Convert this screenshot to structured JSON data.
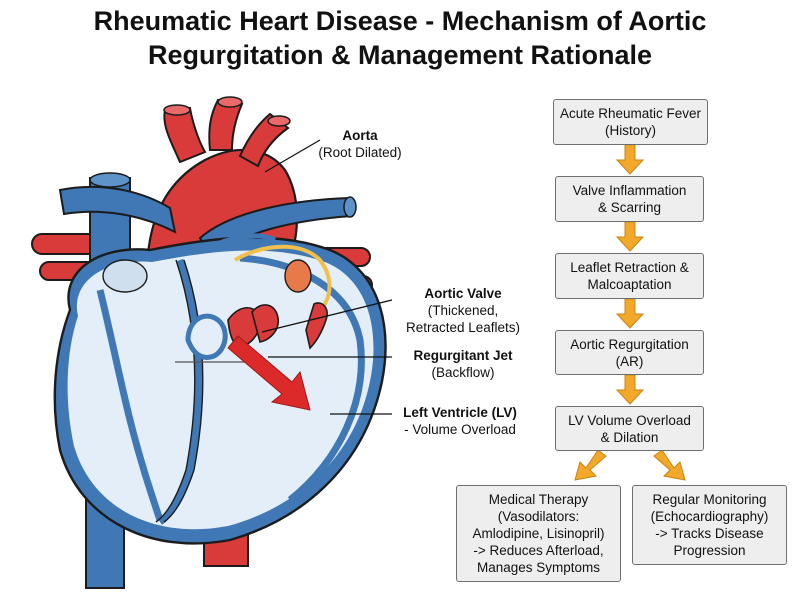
{
  "title": {
    "line1": "Rheumatic Heart Disease - Mechanism of Aortic",
    "line2": "Regurgitation & Management Rationale"
  },
  "labels": {
    "aorta": {
      "name": "Aorta",
      "detail": "(Root Dilated)"
    },
    "aortic_valve": {
      "name": "Aortic Valve",
      "detail1": "(Thickened,",
      "detail2": "Retracted Leaflets)"
    },
    "jet": {
      "name": "Regurgitant Jet",
      "detail": "(Backflow)"
    },
    "lv": {
      "name": "Left Ventricle (LV)",
      "detail": "- Volume Overload"
    }
  },
  "flow": {
    "step1": {
      "line1": "Acute Rheumatic Fever",
      "line2": "(History)"
    },
    "step2": {
      "line1": "Valve Inflammation",
      "line2": "& Scarring"
    },
    "step3": {
      "line1": "Leaflet Retraction &",
      "line2": "Malcoaptation"
    },
    "step4": {
      "line1": "Aortic Regurgitation",
      "line2": "(AR)"
    },
    "step5": {
      "line1": "LV Volume Overload",
      "line2": "& Dilation"
    },
    "therapy": {
      "line1": "Medical Therapy",
      "line2": "(Vasodilators:",
      "line3": "Amlodipine, Lisinopril)",
      "line4": "-> Reduces Afterload,",
      "line5": "Manages Symptoms"
    },
    "monitoring": {
      "line1": "Regular Monitoring",
      "line2": "(Echocardiography)",
      "line3": "-> Tracks Disease",
      "line4": "Progression"
    }
  },
  "colors": {
    "artery_red": "#d93a3a",
    "vein_blue": "#3f78b4",
    "chamber_fill": "#e4eef8",
    "arrow_orange": "#f2a82a",
    "jet_red": "#dc2a2a"
  }
}
